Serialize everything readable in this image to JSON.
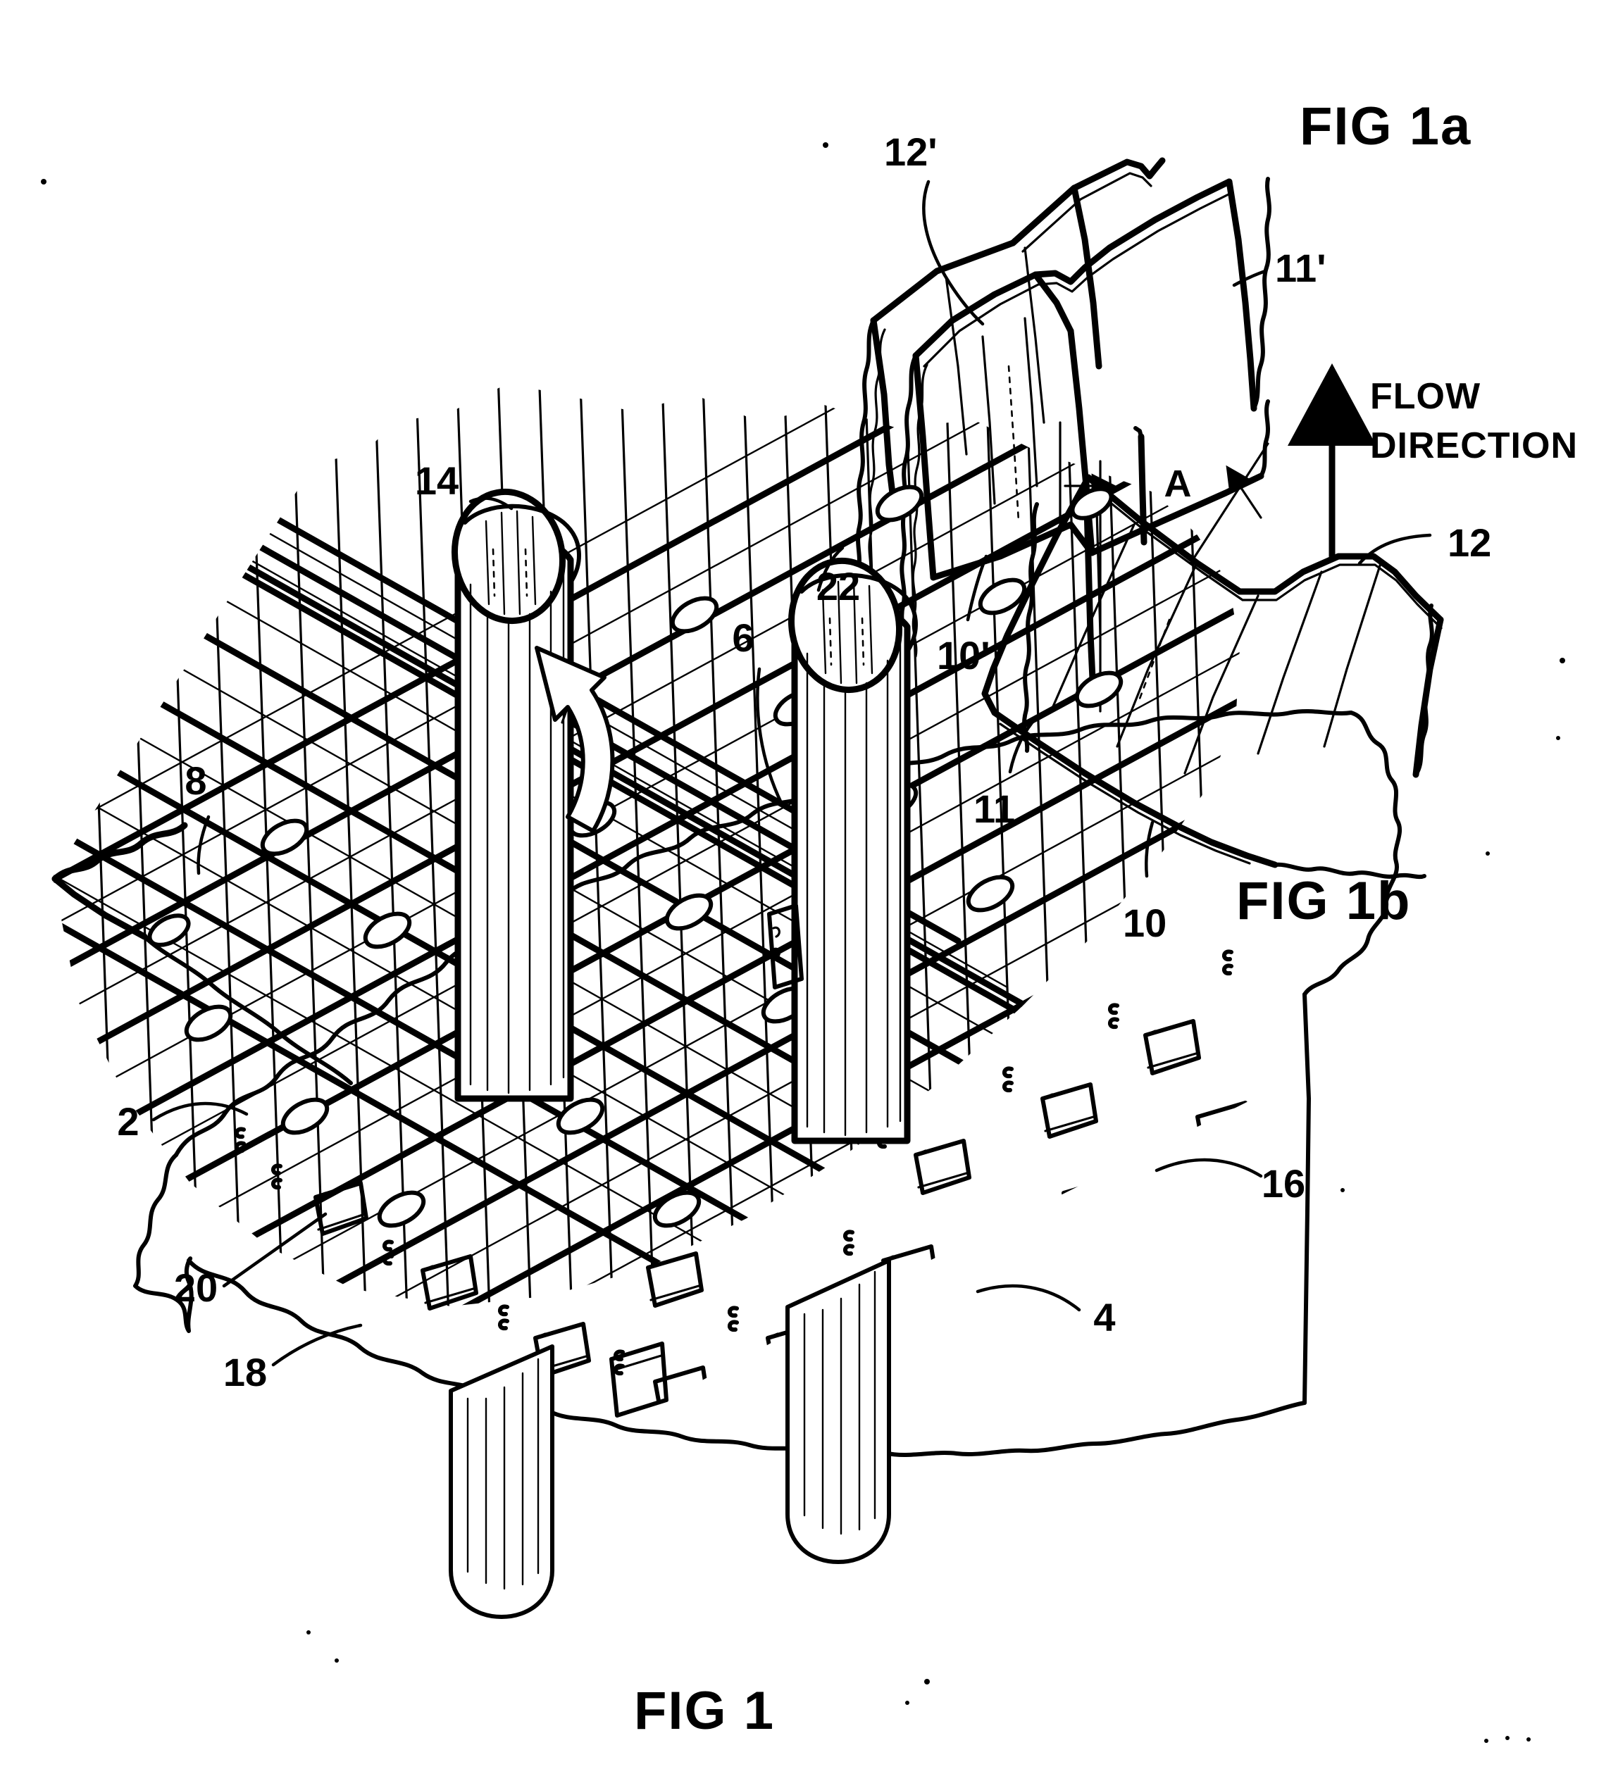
{
  "document": {
    "type": "patent-drawing-sheet",
    "background_color": "#ffffff",
    "ink_color": "#000000"
  },
  "figures": [
    {
      "id": "fig1",
      "caption": "FIG 1",
      "subject": "Perspective view of a heat-exchanger lamella / corrugated fin pack penetrated by two round tubes",
      "reference_numerals": [
        {
          "label": "14",
          "describes": "upper tube (left), cut-away end"
        },
        {
          "label": "6",
          "describes": "corrugated fin crest / flank region"
        },
        {
          "label": "22",
          "describes": "upper tube (right), cut-away end"
        },
        {
          "label": "8",
          "describes": "upper corrugated sheet (lamella), torn edge"
        },
        {
          "label": "2",
          "describes": "lower plate / base lamella, torn edge"
        },
        {
          "label": "20",
          "describes": "louver / gill slit in lower plate"
        },
        {
          "label": "18",
          "describes": "lower plate wavy outer contour"
        },
        {
          "label": "16",
          "describes": "louver / gill slit (right side)"
        },
        {
          "label": "4",
          "describes": "lower plate body between louvers"
        }
      ]
    },
    {
      "id": "fig1a",
      "caption": "FIG 1a",
      "subject": "Detail — two offset corrugation flanks of the upper sheet (primed numerals)",
      "reference_numerals": [
        {
          "label": "12'",
          "describes": "corrugation crest / ridge of upper sheet"
        },
        {
          "label": "11'",
          "describes": "torn sheet edge behind the crest"
        },
        {
          "label": "10'",
          "describes": "corrugation flank / web of upper sheet"
        }
      ]
    },
    {
      "id": "fig1b",
      "caption": "FIG 1b",
      "subject": "Detail — single corrugation flank with section plane A and flow arrow",
      "reference_numerals": [
        {
          "label": "12",
          "describes": "corrugation crest / ridge"
        },
        {
          "label": "11",
          "describes": "torn sheet edge"
        },
        {
          "label": "10",
          "describes": "corrugation flank / web"
        }
      ],
      "annotations": [
        {
          "label": "A",
          "describes": "section / offset dimension marker between flanks"
        },
        {
          "label": "FLOW",
          "describes": "flow direction arrow, first line"
        },
        {
          "label": "DIRECTION",
          "describes": "flow direction arrow, second line"
        }
      ]
    }
  ],
  "labels": {
    "fig1_caption": "FIG 1",
    "fig1a_caption": "FIG 1a",
    "fig1b_caption": "FIG 1b",
    "n2": "2",
    "n4": "4",
    "n6": "6",
    "n8": "8",
    "n10": "10",
    "n10p": "10'",
    "n11": "11",
    "n11p": "11'",
    "n12": "12",
    "n12p": "12'",
    "n14": "14",
    "n16": "16",
    "n18": "18",
    "n20": "20",
    "n22": "22",
    "section_a": "A",
    "flow_line1": "FLOW",
    "flow_line2": "DIRECTION"
  }
}
